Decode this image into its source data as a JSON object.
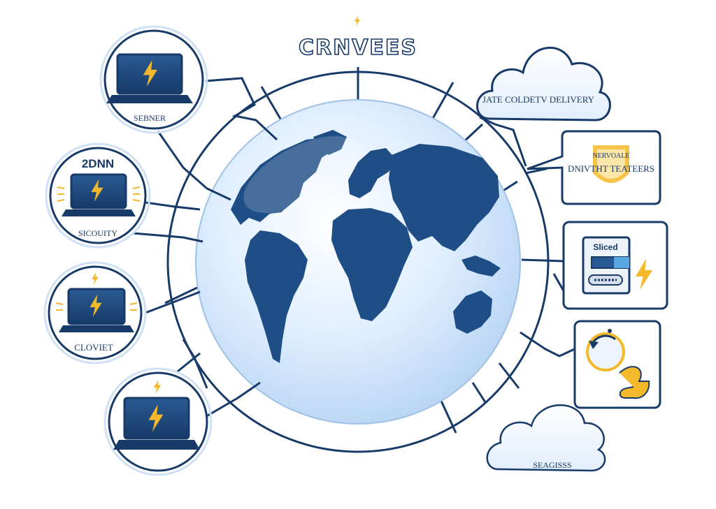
{
  "title": "CRNVEES",
  "colors": {
    "navy": "#173a68",
    "globe_light": "#dfeeff",
    "land": "#1f4e86",
    "accent_yellow": "#f4b92b"
  },
  "left_nodes": [
    {
      "label": "SEBNER",
      "icon": "laptop-bolt-icon"
    },
    {
      "label": "SICOUITY",
      "top_label": "2DNN",
      "icon": "laptop-bolt-icon"
    },
    {
      "label": "CLOVIET",
      "icon": "laptop-bolt-icon"
    },
    {
      "label": "",
      "icon": "laptop-bolt-icon"
    }
  ],
  "right_nodes": [
    {
      "label": "JATE COLDETV DELIVERY",
      "icon": "cloud-icon"
    },
    {
      "label": "DNIVTHT TEATEERS",
      "badge": "NERVOALE",
      "icon": "shield-icon"
    },
    {
      "label": "Sliced",
      "icon": "server-bolt-icon"
    },
    {
      "label": "",
      "icon": "sync-icon"
    },
    {
      "label": "SEAGISSS",
      "icon": "cloud-icon"
    }
  ]
}
